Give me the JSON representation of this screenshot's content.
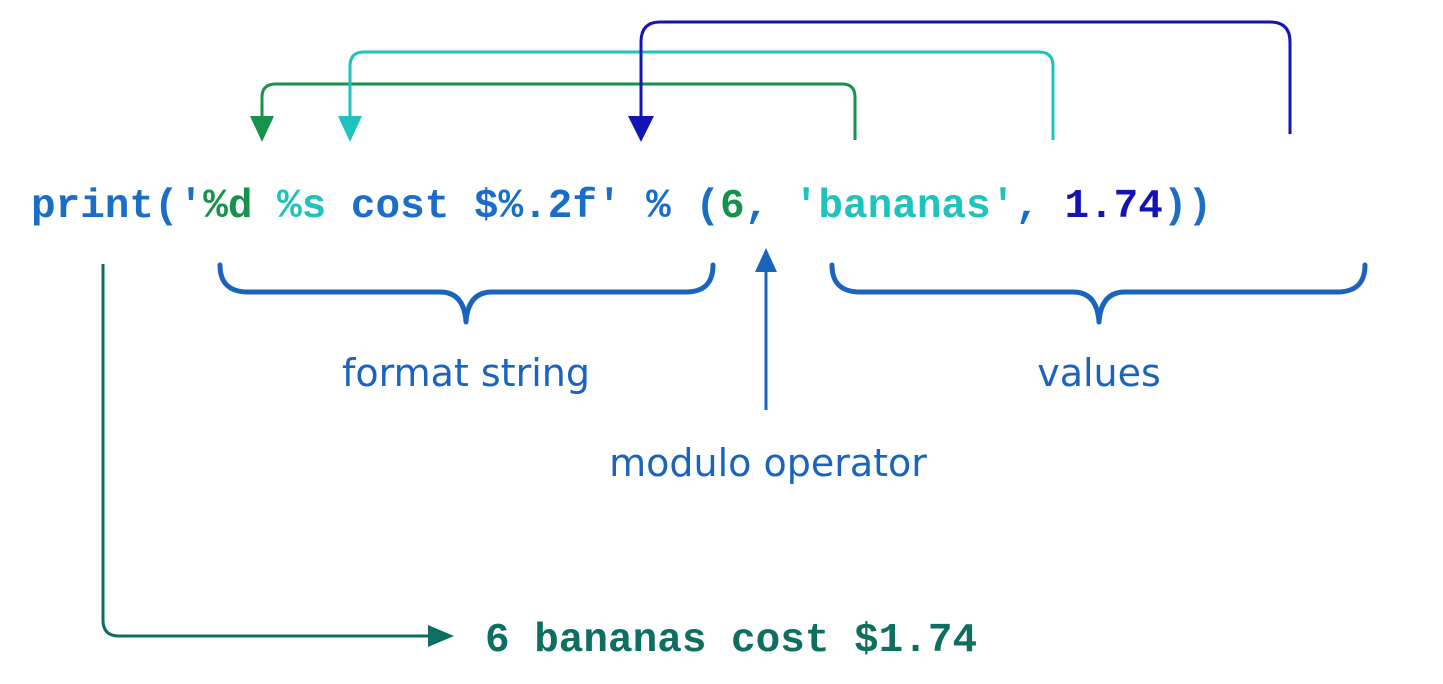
{
  "code_line": {
    "prefix": "print('",
    "spec_d": "%d",
    "sp1": " ",
    "spec_s": "%s",
    "middle": " cost $",
    "spec_f": "%.2f",
    "quote_close": "'",
    "sp2": " ",
    "operator": "%",
    "sp3": " ",
    "paren_open": "(",
    "value_1": "6",
    "comma_1": ", ",
    "value_2": "'bananas'",
    "comma_2": ", ",
    "value_3": "1.74",
    "suffix": "))"
  },
  "labels": {
    "format_string": "format string",
    "modulo_operator": "modulo operator",
    "values": "values"
  },
  "output": {
    "text": "6 bananas cost $1.74"
  },
  "colors": {
    "code_blue": "#1a6ec8",
    "green": "#16924a",
    "teal": "#1ec3be",
    "navy": "#1414b4",
    "label_blue": "#1a64be",
    "output_teal": "#0e6e60"
  }
}
